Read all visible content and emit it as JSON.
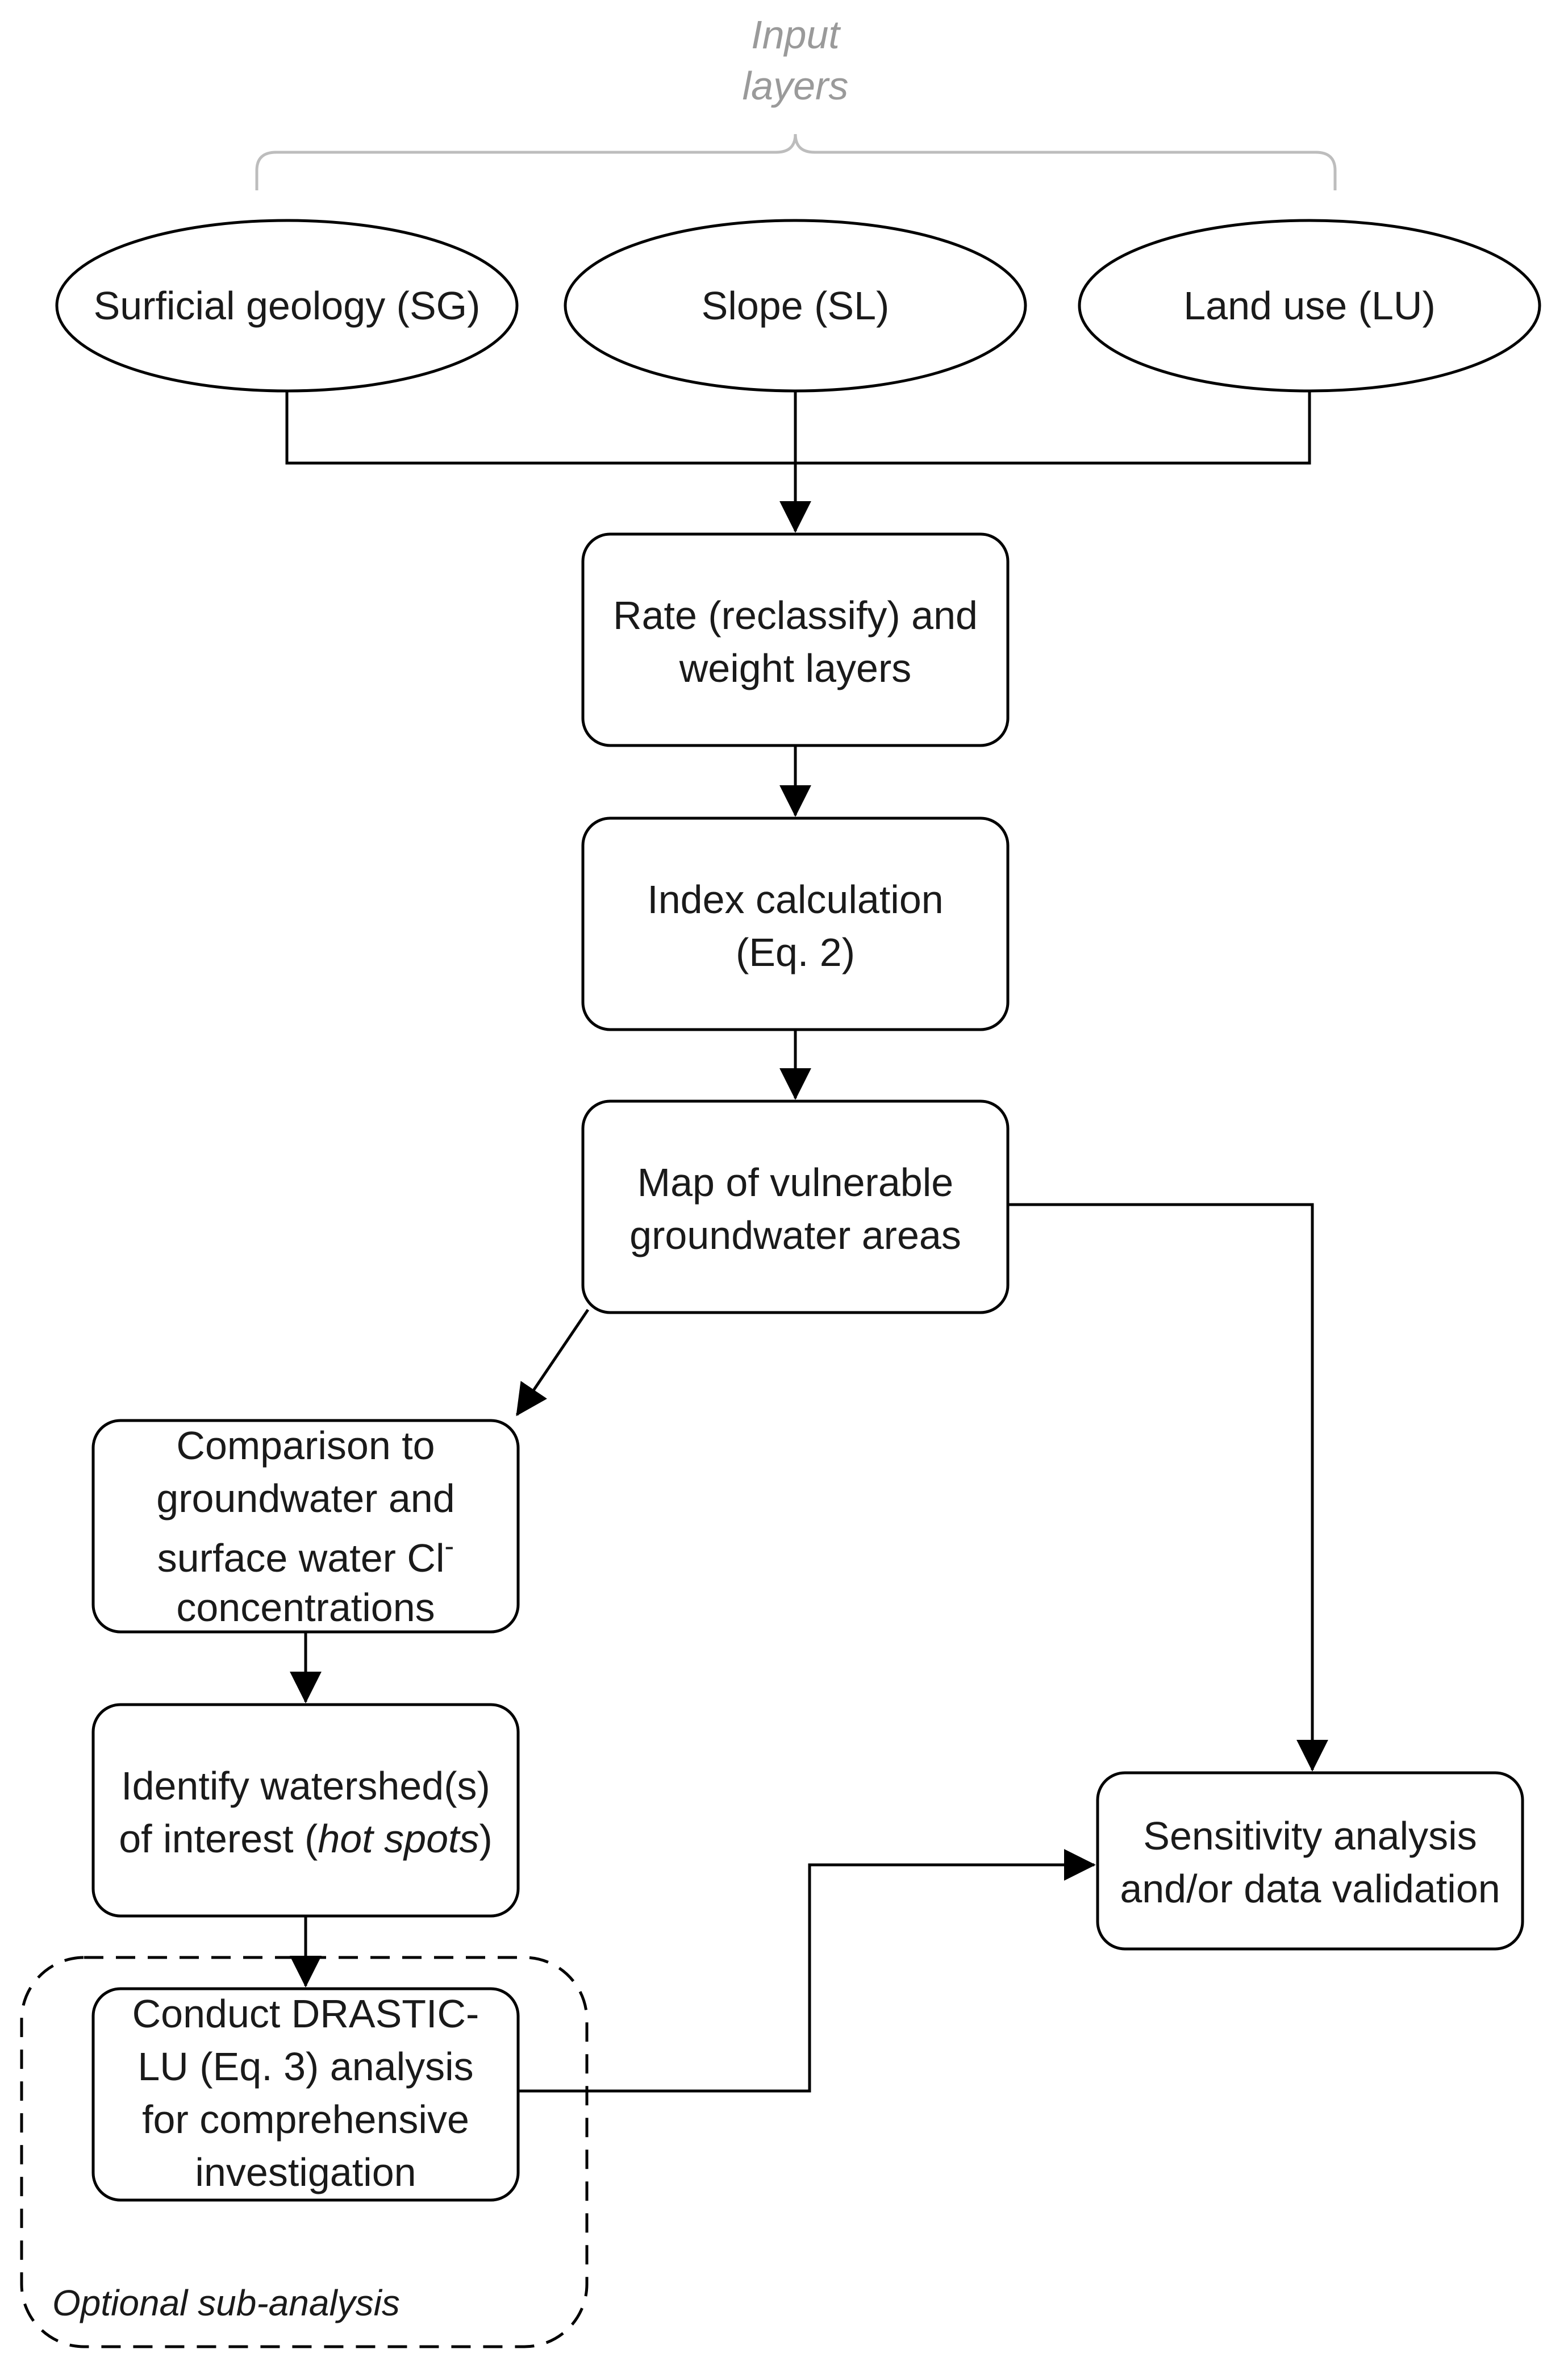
{
  "header": {
    "line1": "Input",
    "line2": "layers"
  },
  "inputs": {
    "surficial_geology": "Surficial geology (SG)",
    "slope": "Slope (SL)",
    "land_use": "Land use (LU)"
  },
  "steps": {
    "rate_weight": [
      "Rate (reclassify) and",
      "weight layers"
    ],
    "index_calc": [
      "Index calculation",
      "(Eq. 2)"
    ],
    "vuln_map": [
      "Map of vulnerable",
      "groundwater areas"
    ],
    "comparison": [
      "Comparison to",
      "groundwater and",
      "surface water Cl",
      "concentrations"
    ],
    "comparison_superscript": "-",
    "identify": {
      "line1": "Identify watershed(s)",
      "line2_pre": "of interest (",
      "line2_italic": "hot spots",
      "line2_post": ")"
    },
    "drastic": [
      "Conduct DRASTIC-",
      "LU (Eq. 3) analysis",
      "for comprehensive",
      "investigation"
    ],
    "sensitivity": [
      "Sensitivity analysis",
      "and/or data validation"
    ]
  },
  "optional_group": {
    "label": "Optional sub-analysis"
  }
}
